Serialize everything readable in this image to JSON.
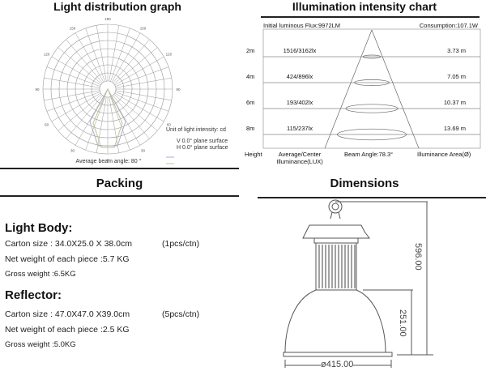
{
  "light_distribution": {
    "title": "Light distribution graph",
    "angle_labels": [
      "0",
      "30",
      "60",
      "90",
      "120",
      "150",
      "180",
      "30",
      "60",
      "90",
      "120",
      "150"
    ],
    "unit_label": "Unit of light intensity: cd",
    "legend": [
      "V  0.0° plane surface",
      "H  0.0° plane surface"
    ],
    "beam_note": "Average beam angle: 80 °",
    "colors": {
      "grid": "#999999",
      "v_curve": "#b8a8c8",
      "h_curve": "#b8c890"
    }
  },
  "illumination": {
    "title": "Illumination intensity chart",
    "flux": "Initial luminous Flux:9972LM",
    "consumption": "Consumption:107.1W",
    "rows": [
      {
        "height": "2m",
        "lux": "1516/3162lx",
        "area": "3.73 m"
      },
      {
        "height": "4m",
        "lux": "424/896lx",
        "area": "7.05 m"
      },
      {
        "height": "6m",
        "lux": "193/402lx",
        "area": "10.37 m"
      },
      {
        "height": "8m",
        "lux": "115/237lx",
        "area": "13.69 m"
      }
    ],
    "footer": {
      "height": "Height",
      "lux": "Average/Center Illuminance(LUX)",
      "beam": "Beam Angle:78.3°",
      "area": "Illuminance Area(Ø)"
    }
  },
  "packing": {
    "title": "Packing",
    "light_body": {
      "heading": "Light Body:",
      "carton": "Carton size : 34.0X25.0 X 38.0cm",
      "carton_qty": "(1pcs/ctn)",
      "net": "Net weight of each piece :5.7 KG",
      "gross": "Gross weight :6.5KG"
    },
    "reflector": {
      "heading": "Reflector:",
      "carton": "Carton size : 47.0X47.0 X39.0cm",
      "carton_qty": "(5pcs/ctn)",
      "net": "Net weight of each piece :2.5 KG",
      "gross": "Gross weight :5.0KG"
    }
  },
  "dimensions": {
    "title": "Dimensions",
    "total_height": "596.00",
    "reflector_height": "251.00",
    "diameter": "ø415.00"
  }
}
